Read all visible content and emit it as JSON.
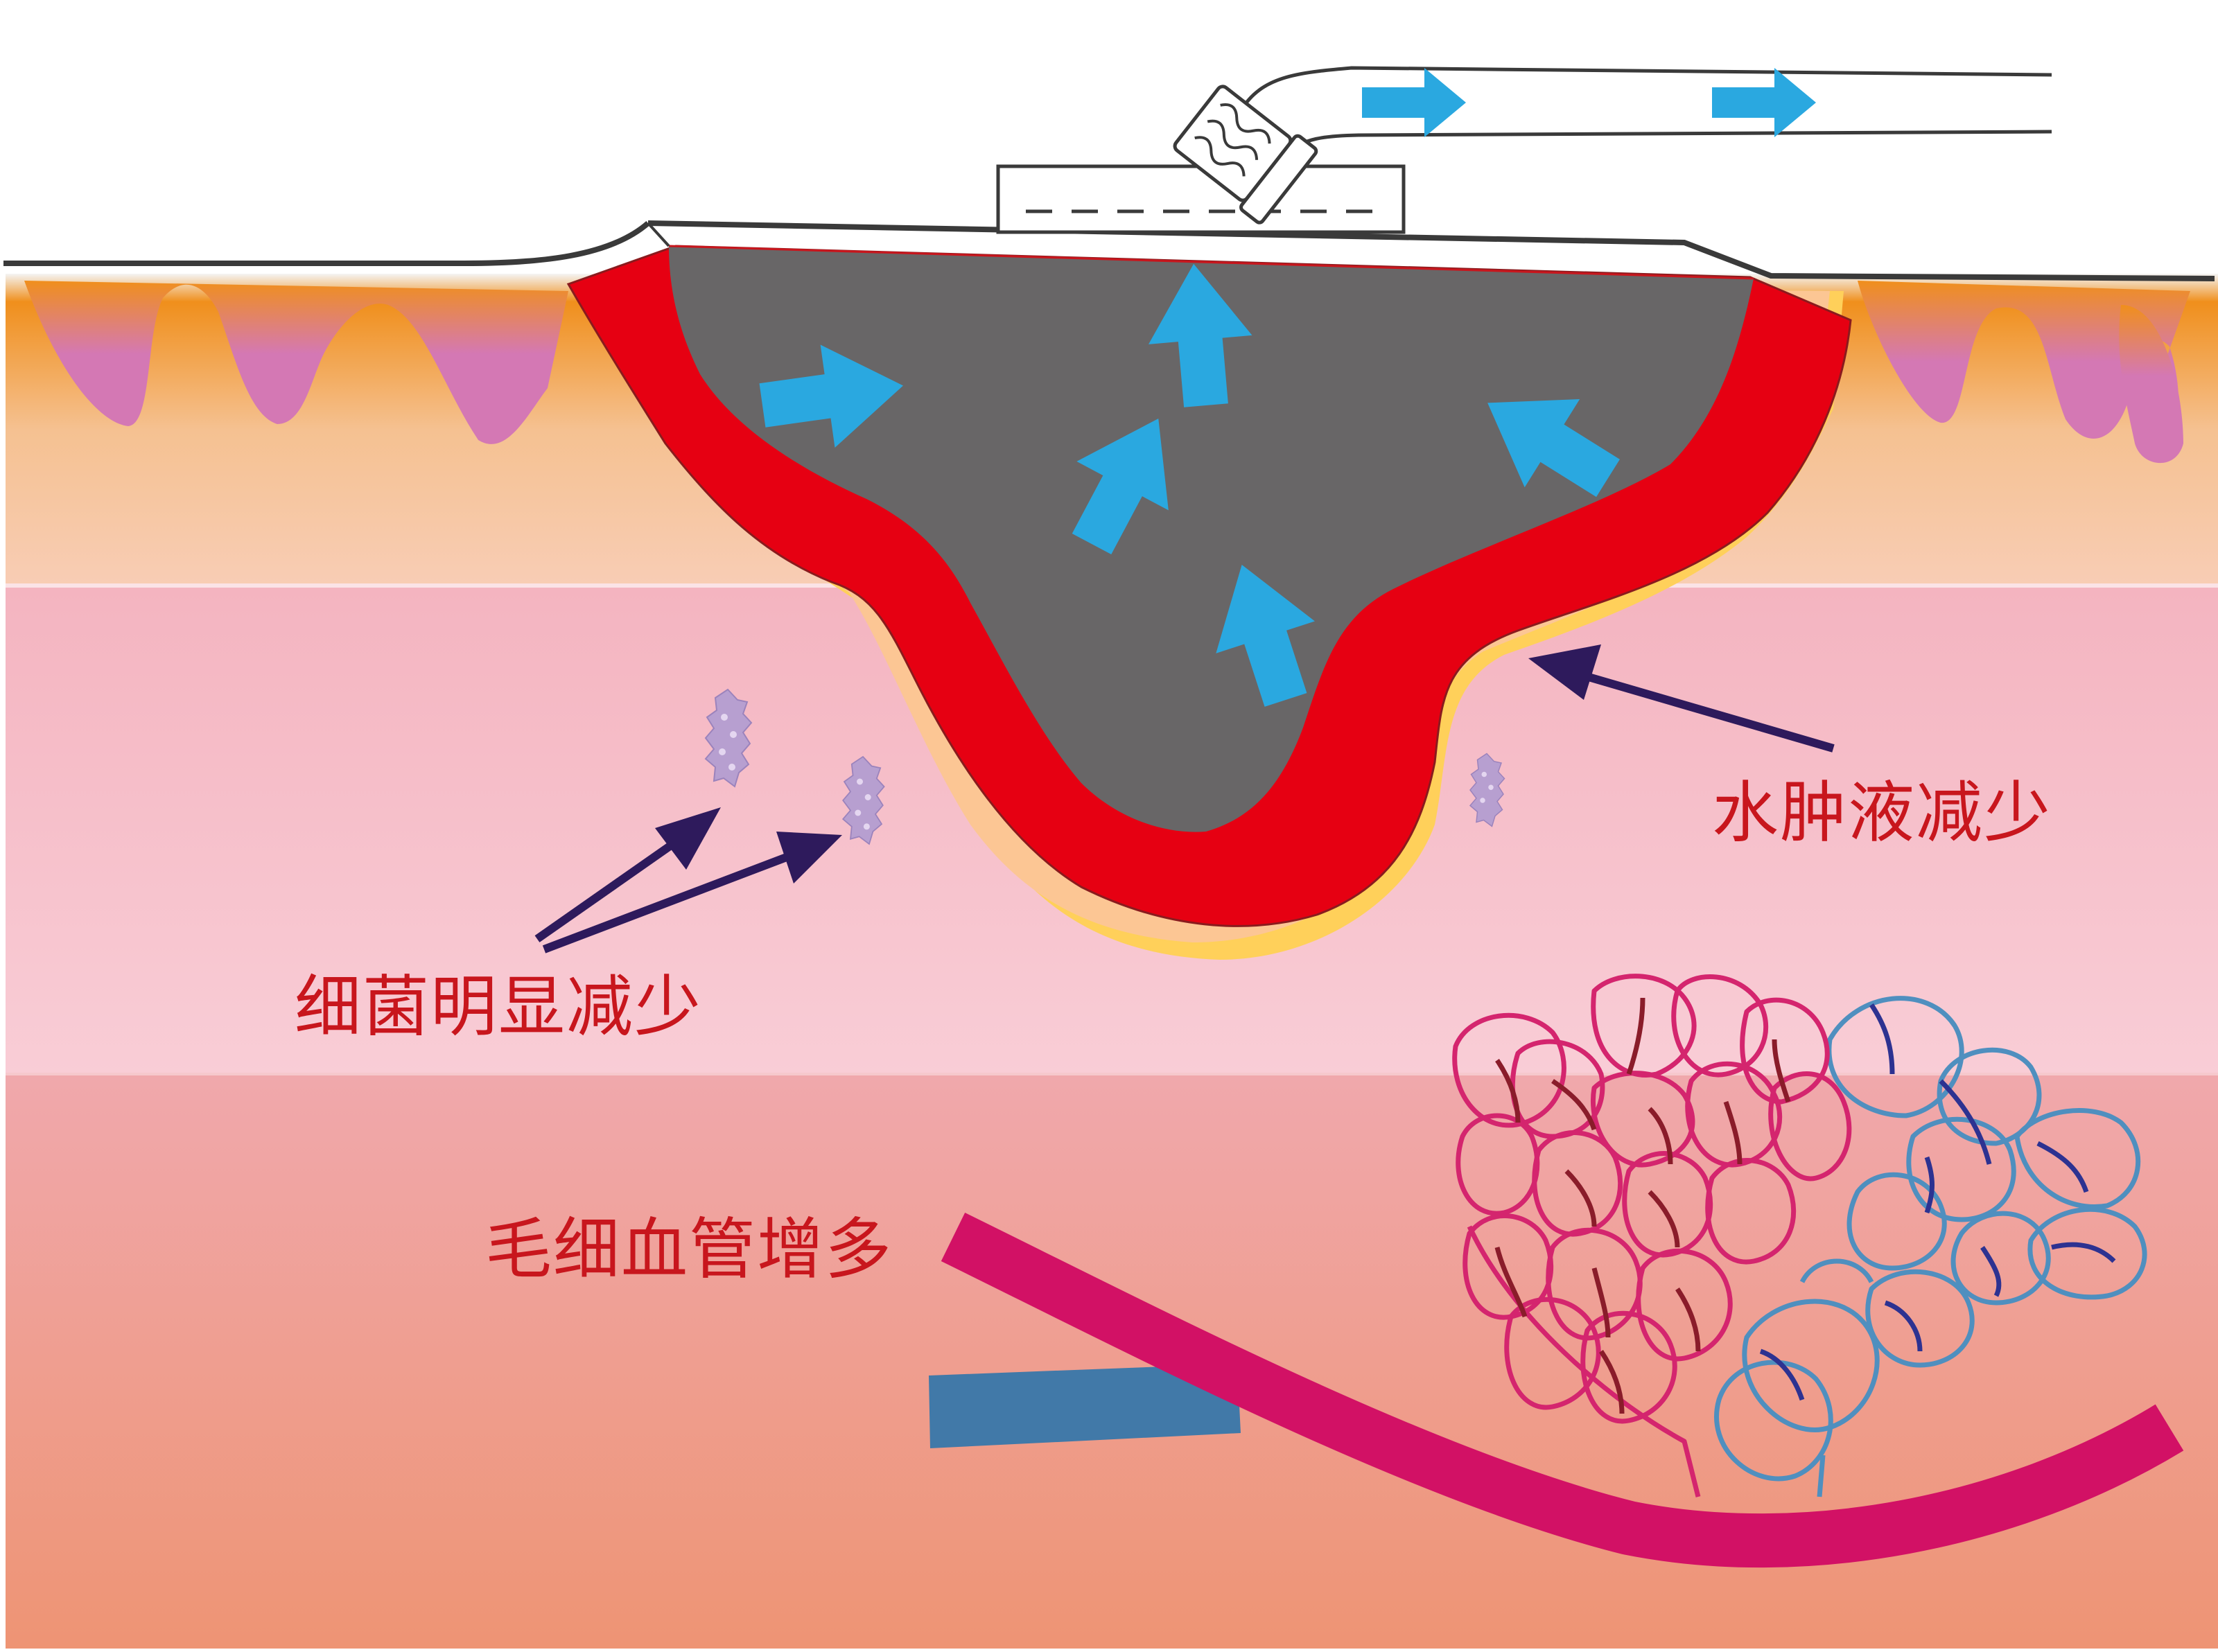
{
  "labels": {
    "edema": "水肿液减少",
    "bacteria": "细菌明显减少",
    "capillary": "毛细血管增多"
  },
  "icons": {
    "flow_arrow": "blue-arrow-icon",
    "pointer_arrow": "navy-arrow-icon",
    "bacterium": "bacterium-icon"
  },
  "colors": {
    "label_text": "#c8161d",
    "wound_cavity": "#686667",
    "wound_edge": "#e60012",
    "granulation_rim": "#ffd05a",
    "flow_arrow": "#2aa8e0",
    "pointer_arrow": "#2e1a5c",
    "bacteria": "#b79fd0",
    "vessel_main": "#d21165",
    "vessel_vein": "#4179a8",
    "capillary_red": "#d4256e",
    "capillary_blue": "#4f8fbf",
    "epidermis_top": "#f39a1e",
    "dermal_papilla": "#d47ab6"
  }
}
